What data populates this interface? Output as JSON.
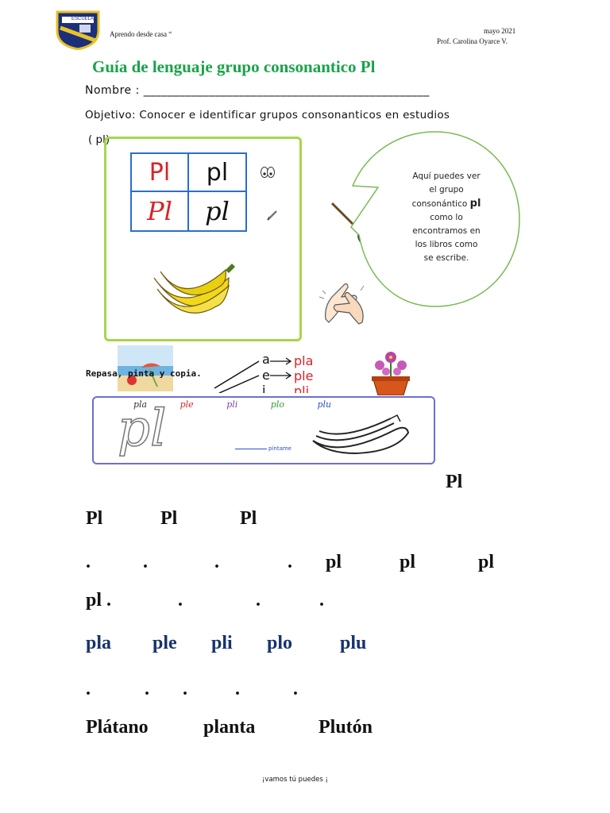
{
  "header": {
    "motto": "Aprendo desde casa “",
    "date": "mayo 2021",
    "teacher": "Prof. Carolina Oyarce V.",
    "crest_text": "ESCUELA"
  },
  "title": "Guía de lenguaje grupo consonantico Pl",
  "name_label": "Nombre : ________________________________________________",
  "objective_line1": "Objetivo: Conocer e identificar grupos consonanticos en estudios",
  "objective_line2": "( pl)",
  "grid": {
    "top_left": "Pl",
    "top_right": "pl",
    "bottom_left": "Pl",
    "bottom_right": "pl"
  },
  "bubble": {
    "line1": "Aquí puedes ver",
    "line2": "el grupo",
    "line3_prefix": "consonántico",
    "line3_bold": "pl",
    "line4": "como lo",
    "line5": "encontramos en",
    "line6": "los libros como",
    "line7": "se escribe."
  },
  "review_label": "Repasa, pinta y copia.",
  "vowel_links": [
    {
      "vowel": "a",
      "syllable": "pla"
    },
    {
      "vowel": "e",
      "syllable": "ple"
    },
    {
      "vowel": "i",
      "syllable": "pli"
    }
  ],
  "tracing": {
    "syllables": [
      "pla",
      "ple",
      "pli",
      "plo",
      "plu"
    ],
    "big_letters": "pl",
    "paint_hint": "píntame"
  },
  "lines": {
    "l0": "Pl",
    "l1": [
      "Pl",
      "Pl",
      "Pl"
    ],
    "l2_dots": [
      ".",
      ".",
      ".",
      "."
    ],
    "l2_pl": [
      "pl",
      "pl",
      "pl"
    ],
    "l3_pl": "pl .",
    "l3_dots": [
      ".",
      ".",
      "."
    ],
    "l4": [
      "pla",
      "ple",
      "pli",
      "plo",
      "plu"
    ],
    "l5_dots": [
      ".",
      ".",
      ".",
      ".",
      "."
    ],
    "l6": [
      "Plátano",
      "planta",
      "Plutón"
    ]
  },
  "footer": "¡vamos tú puedes ¡",
  "colors": {
    "title_green": "#1aa24a",
    "grid_blue": "#2a6fc9",
    "frame_green": "#a9d64a",
    "bubble_green": "#79b954",
    "syllable_red": "#d8232a",
    "syllable_blue": "#17336e"
  }
}
